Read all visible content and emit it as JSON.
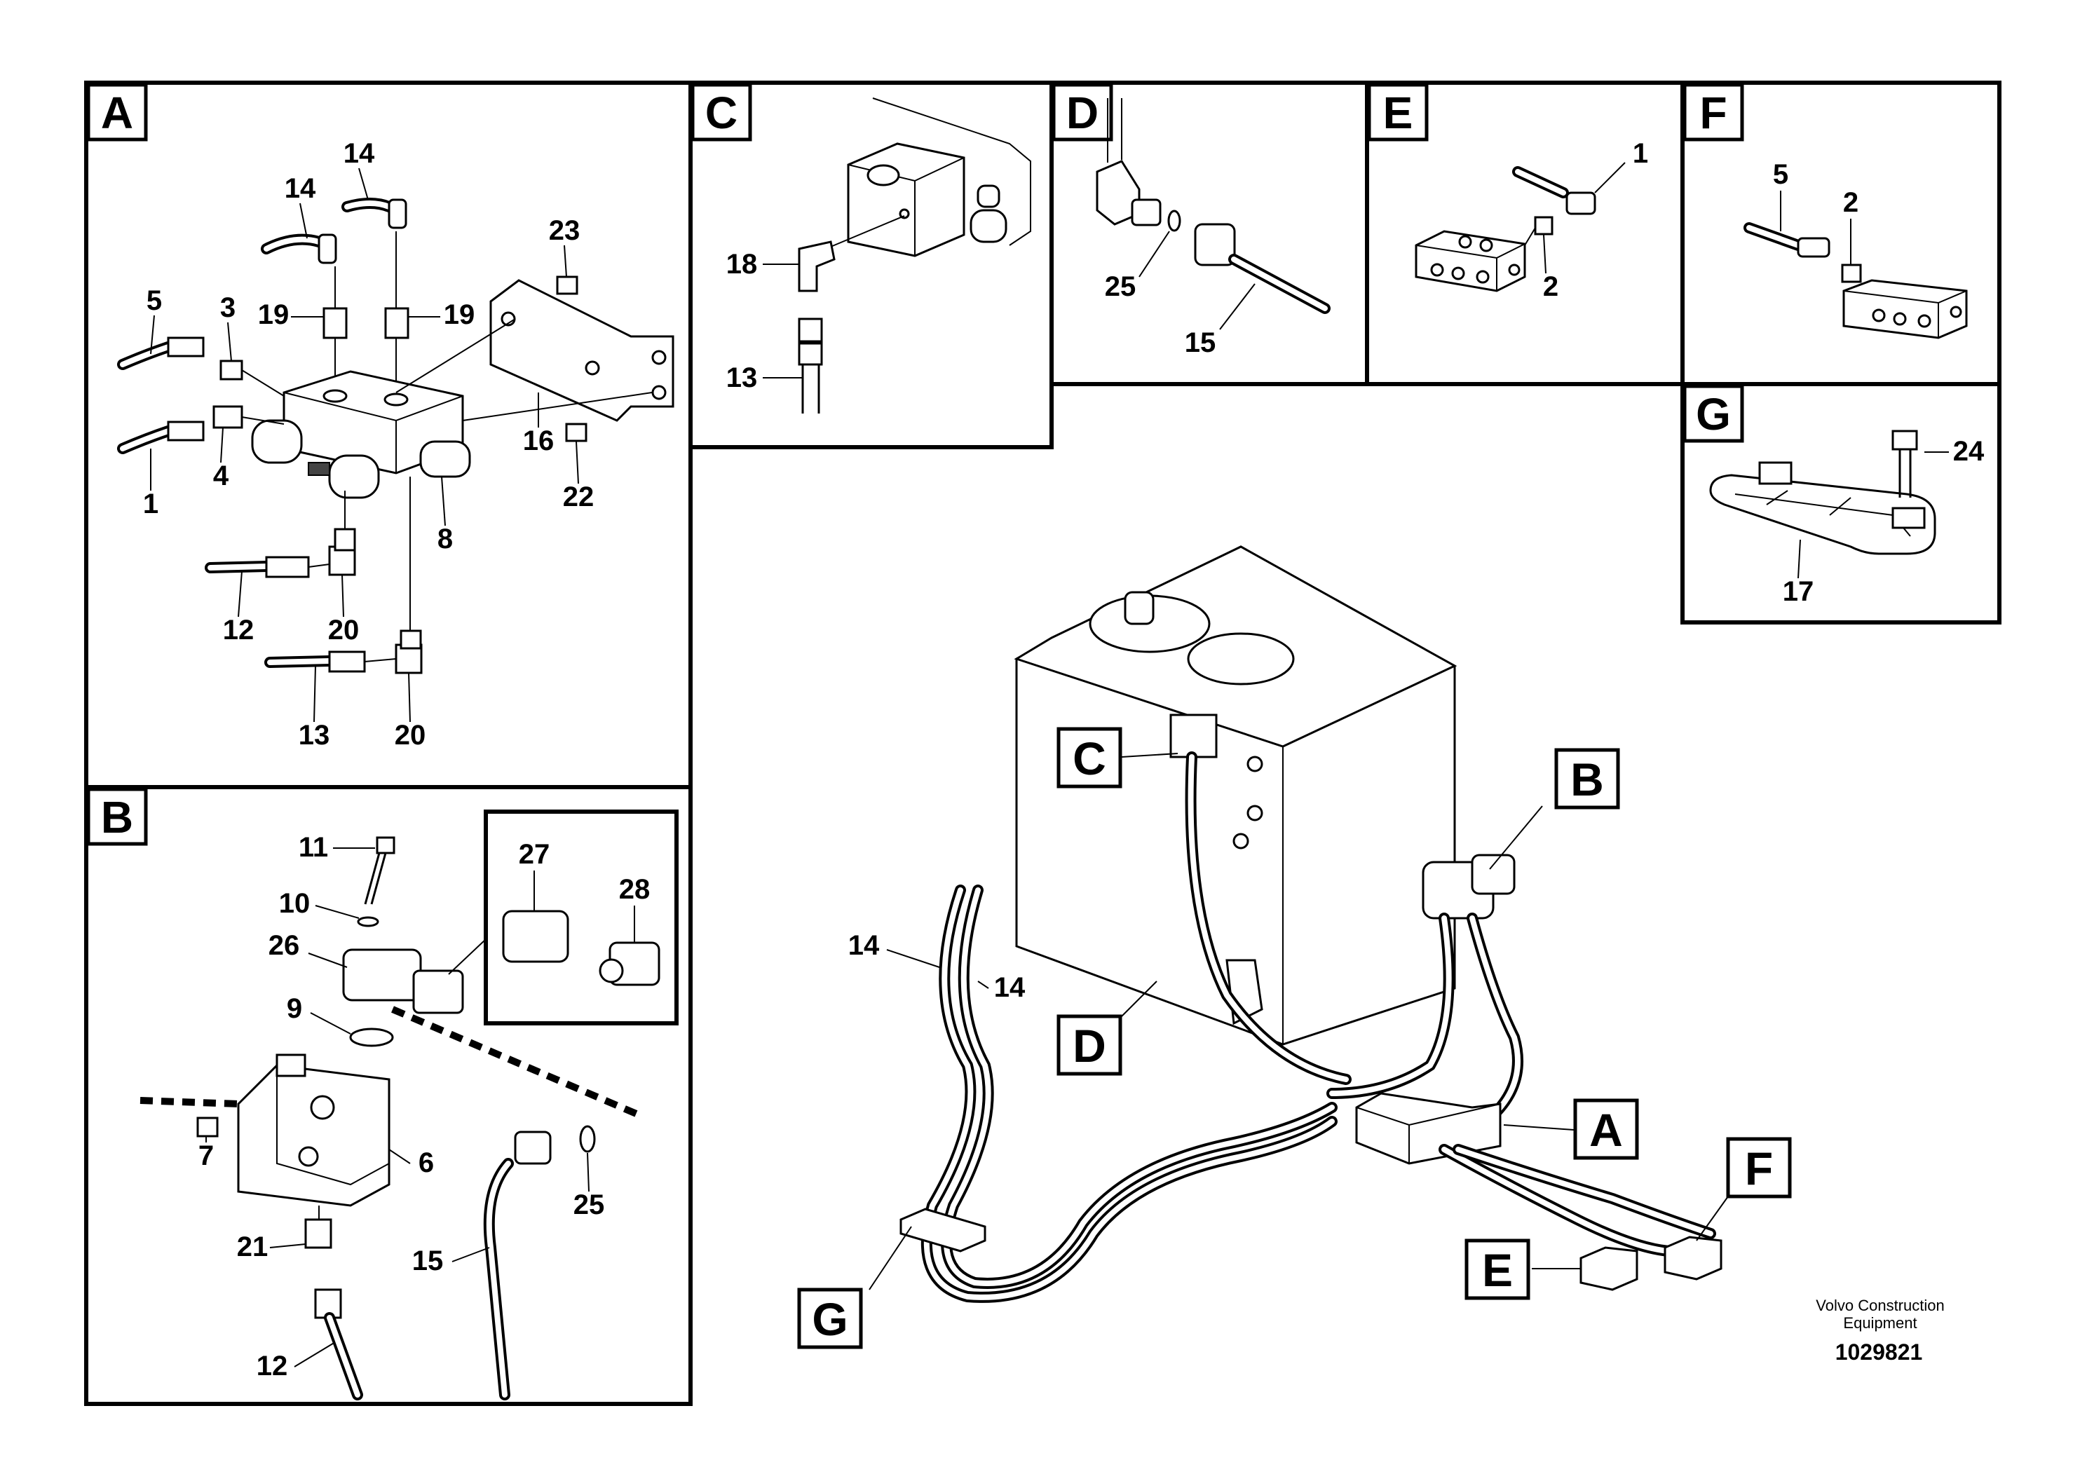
{
  "panels": {
    "A": {
      "letter": "A",
      "callouts": [
        "14",
        "14",
        "23",
        "5",
        "3",
        "19",
        "19",
        "1",
        "4",
        "16",
        "8",
        "22",
        "12",
        "20",
        "13",
        "20"
      ]
    },
    "B": {
      "letter": "B",
      "callouts": [
        "11",
        "10",
        "26",
        "27",
        "28",
        "9",
        "7",
        "6",
        "25",
        "21",
        "15",
        "12"
      ]
    },
    "C": {
      "letter": "C",
      "callouts": [
        "18",
        "13"
      ]
    },
    "D": {
      "letter": "D",
      "callouts": [
        "25",
        "15"
      ]
    },
    "E": {
      "letter": "E",
      "callouts": [
        "1",
        "2"
      ]
    },
    "F": {
      "letter": "F",
      "callouts": [
        "5",
        "2"
      ]
    },
    "G": {
      "letter": "G",
      "callouts": [
        "24",
        "17"
      ]
    }
  },
  "main_view": {
    "callouts": [
      "14",
      "14"
    ],
    "view_labels": [
      "C",
      "B",
      "D",
      "A",
      "F",
      "E",
      "G"
    ]
  },
  "footer": {
    "company_line1": "Volvo Construction",
    "company_line2": "Equipment",
    "drawing_number": "1029821"
  }
}
